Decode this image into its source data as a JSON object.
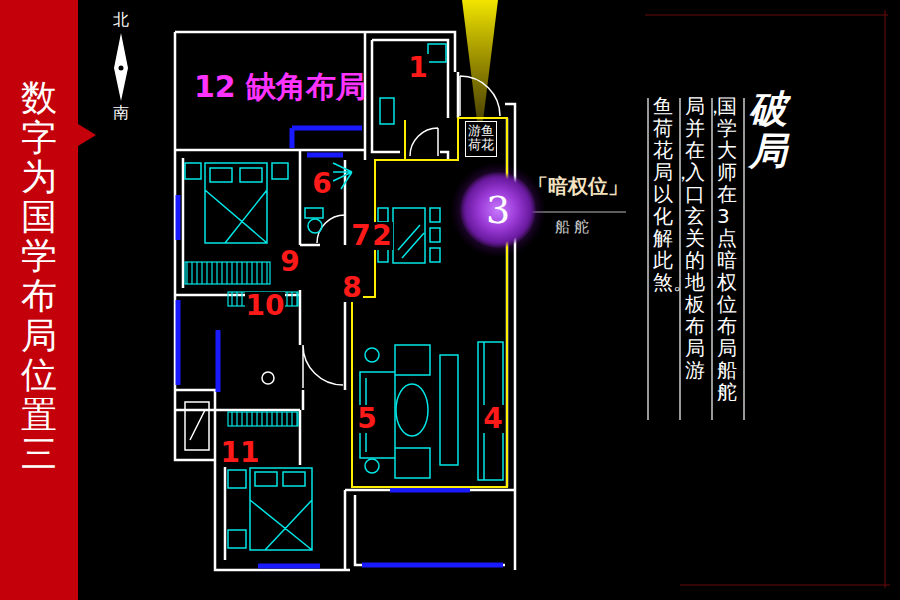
{
  "diagram": {
    "title": "数字为国学布局位置三",
    "nodes": [
      {
        "text": [
          "游鱼荷花"
        ]
      },
      {
        "text": [
          "3"
        ]
      }
    ],
    "labels": [
      "北",
      "南",
      "12 缺角布局",
      "1",
      "7",
      "2",
      "6",
      "9",
      "8",
      "10",
      "5",
      "4",
      "11",
      "「暗权位」",
      "船 舵",
      "破局",
      "国学大师在3点暗权位布局船舵",
      "局，并在入口玄关的地板布局游",
      "鱼荷花局，以化解此煞。"
    ]
  }
}
